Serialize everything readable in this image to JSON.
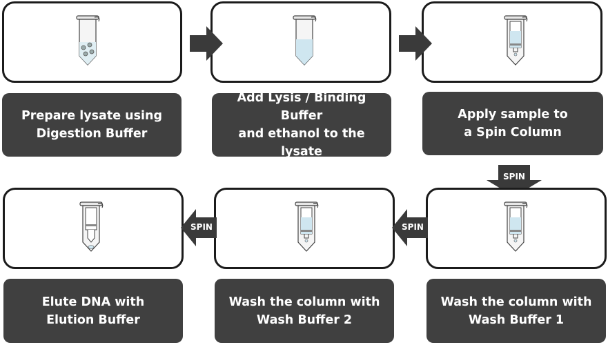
{
  "steps": [
    {
      "label": "Prepare lysate using\nDigestion Buffer",
      "tube": "tube-with-lysate-icon"
    },
    {
      "label": "Add Lysis / Binding Buffer\nand ethanol to the lysate",
      "tube": "tube-with-buffer-icon"
    },
    {
      "label": "Apply sample to\na Spin Column",
      "tube": "spin-column-tube-icon"
    },
    {
      "label": "Wash the column with\nWash Buffer 1",
      "tube": "spin-column-tube-icon"
    },
    {
      "label": "Wash the column with\nWash Buffer 2",
      "tube": "spin-column-tube-icon"
    },
    {
      "label": "Elute DNA with\nElution Buffer",
      "tube": "elution-tube-icon"
    }
  ],
  "arrows": {
    "spin_label": "SPIN"
  },
  "colors": {
    "panel_border": "#1b1b1b",
    "label_bg": "#404040",
    "arrow_fill": "#3a3a3a",
    "liquid": "#cfe6f0"
  }
}
